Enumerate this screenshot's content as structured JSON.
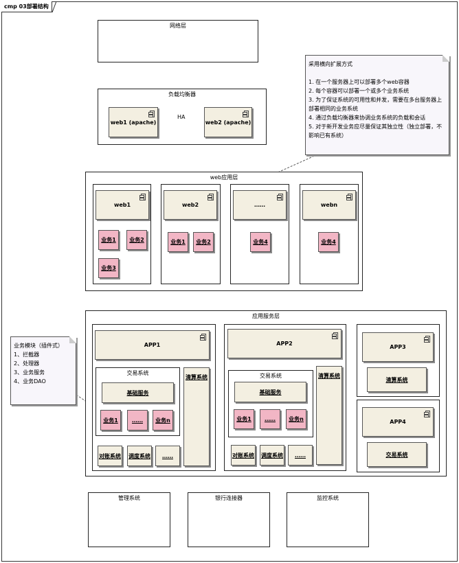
{
  "diagram": {
    "tab_title": "cmp 03部署结构",
    "network_layer": "网络层",
    "load_balancer": {
      "title": "负载均衡器",
      "node1": "web1 (apache)",
      "node2": "web2 (apache)",
      "link_label": "HA"
    },
    "note_top": {
      "lines": [
        "采用横向扩展方式",
        "",
        "1. 在一个服务器上可以部署多个web容器",
        "2. 每个容器可以部署一个或多个业务系统",
        "3. 为了保证系统的可用性和并发，需要在多台服务器上",
        "部署相同的业务系统",
        "4. 通过负载均衡器来协调业务系统的负载和会话",
        "5. 对于新开发业务应尽量保证其独立性（独立部署，不",
        "影响已有系统）"
      ]
    },
    "web_layer": {
      "title": "web应用层",
      "groups": [
        {
          "name": "web1",
          "services": [
            "业务1",
            "业务2",
            "业务3"
          ]
        },
        {
          "name": "web2",
          "services": [
            "业务1",
            "业务2"
          ]
        },
        {
          "name": "……",
          "services": [
            "业务4"
          ]
        },
        {
          "name": "webn",
          "services": [
            "业务4"
          ]
        }
      ]
    },
    "note_left": {
      "lines": [
        "业务模块（插件式）",
        "1、拦截器",
        "2、处理器",
        "3、业务服务",
        "4、业务DAO"
      ]
    },
    "app_layer": {
      "title": "应用服务层",
      "app1": {
        "name": "APP1",
        "trade": {
          "title": "交易系统",
          "base": "基础服务",
          "mods": [
            "业务1",
            "……",
            "业务n"
          ]
        },
        "settle": "清算系统",
        "bottom": [
          "对账系统",
          "调度系统",
          "……"
        ]
      },
      "app2": {
        "name": "APP2",
        "trade": {
          "title": "交易系统",
          "base": "基础服务",
          "mods": [
            "业务1",
            "……",
            "业务n"
          ]
        },
        "settle": "清算系统",
        "bottom": [
          "对账系统",
          "调度系统",
          "……"
        ]
      },
      "app3": {
        "name": "APP3",
        "sub": "清算系统"
      },
      "app4": {
        "name": "APP4",
        "sub": "交易系统"
      }
    },
    "bottom_boxes": [
      "管理系统",
      "银行连接器",
      "监控系统"
    ]
  },
  "colors": {
    "component_fill": "#f3efe1",
    "service_fill": "#f2b6c5",
    "note_fill": "#f8f6fb",
    "border": "#222222"
  }
}
